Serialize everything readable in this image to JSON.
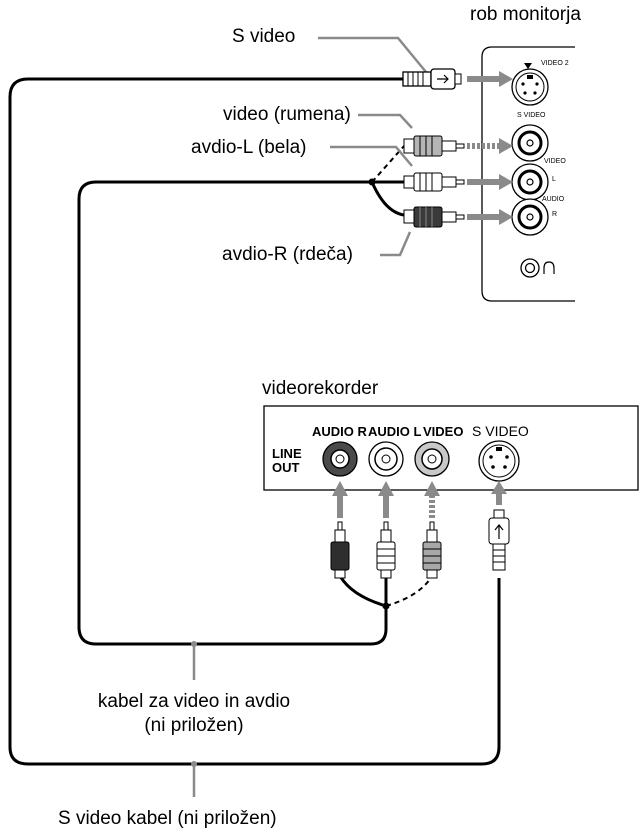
{
  "labels": {
    "s_video": "S video",
    "monitor_side": "rob monitorja",
    "video_yellow": "video (rumena)",
    "audio_l_white": "avdio-L (bela)",
    "audio_r_red": "avdio-R (rdeča)",
    "vcr": "videorekorder",
    "av_cable_line1": "kabel za video in avdio",
    "av_cable_line2": "(ni priložen)",
    "s_video_cable": "S video kabel (ni priložen)"
  },
  "monitor_panel": {
    "video2": "VIDEO 2",
    "s_video": "S VIDEO",
    "video": "VIDEO",
    "l": "L",
    "audio": "AUDIO",
    "r": "R",
    "headphone_icon": "headphone-icon"
  },
  "vcr_panel": {
    "line": "LINE",
    "out": "OUT",
    "audio_r": "AUDIO R",
    "audio_l": "AUDIO L",
    "video": "VIDEO",
    "s_video": "S VIDEO"
  }
}
